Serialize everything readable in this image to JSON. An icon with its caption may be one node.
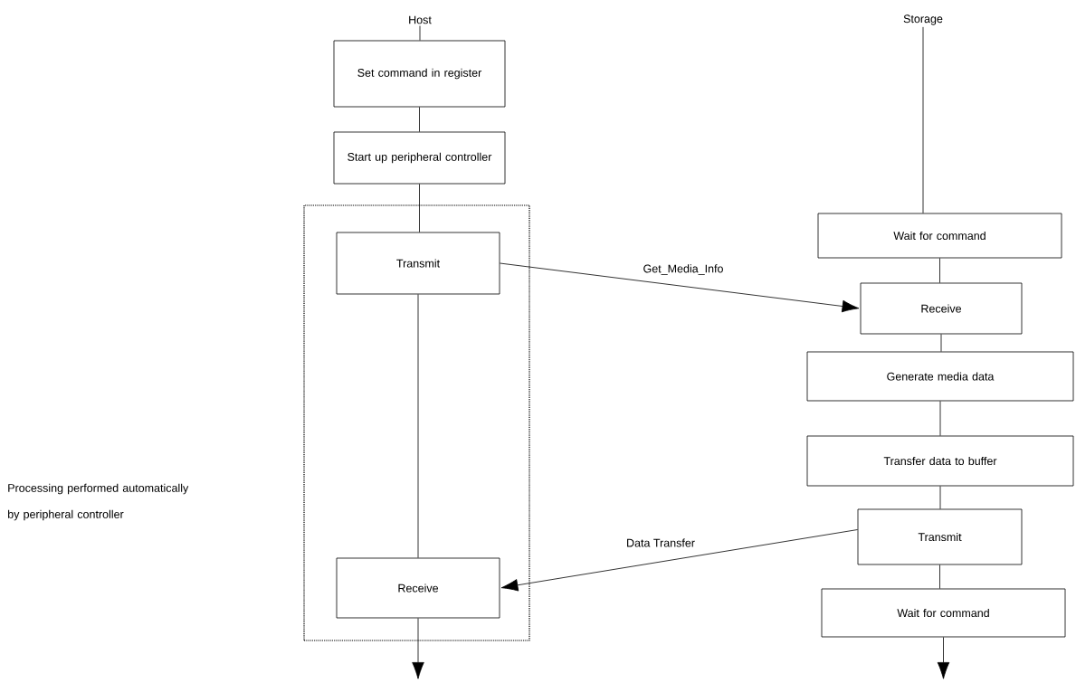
{
  "diagram": {
    "nodes": [
      {
        "text": [
          "Host"
        ]
      },
      {
        "text": [
          "Set command in register"
        ]
      },
      {
        "text": [
          "Start up peripheral controller"
        ]
      },
      {
        "text": [],
        "shape": "box"
      },
      {
        "text": [
          "Transmit"
        ],
        "in": 3
      },
      {
        "text": [
          "Receive"
        ],
        "in": 3
      },
      {
        "text": [
          "Storage"
        ]
      },
      {
        "text": [
          "Wait for command"
        ]
      },
      {
        "text": [
          "Receive"
        ]
      },
      {
        "text": [
          "Generate media data"
        ]
      },
      {
        "text": [
          "Transfer data to buffer"
        ]
      },
      {
        "text": [
          "Transmit"
        ]
      },
      {
        "text": [
          "Wait for command"
        ]
      }
    ],
    "edges": [
      {
        "from": 0,
        "to": 1,
        "arrow": "none"
      },
      {
        "from": 1,
        "to": 2,
        "arrow": "none"
      },
      {
        "from": 2,
        "to": 4,
        "arrow": "none"
      },
      {
        "from": 4,
        "to": 5,
        "arrow": "none"
      },
      {
        "from": 5,
        "to": null,
        "arrow": "to"
      },
      {
        "from": 6,
        "to": 7,
        "arrow": "none"
      },
      {
        "from": 7,
        "to": 8,
        "arrow": "none"
      },
      {
        "from": 8,
        "to": 9,
        "arrow": "none"
      },
      {
        "from": 9,
        "to": 10,
        "arrow": "none"
      },
      {
        "from": 10,
        "to": 11,
        "arrow": "none"
      },
      {
        "from": 11,
        "to": 12,
        "arrow": "none"
      },
      {
        "from": 12,
        "to": null,
        "arrow": "to"
      },
      {
        "from": 4,
        "to": 8,
        "arrow": "to",
        "label": "Get_Media_Info"
      },
      {
        "from": 11,
        "to": 5,
        "arrow": "to",
        "label": "Data Transfer"
      }
    ],
    "labels": [
      "Processing performed automatically by peripheral controller"
    ]
  }
}
